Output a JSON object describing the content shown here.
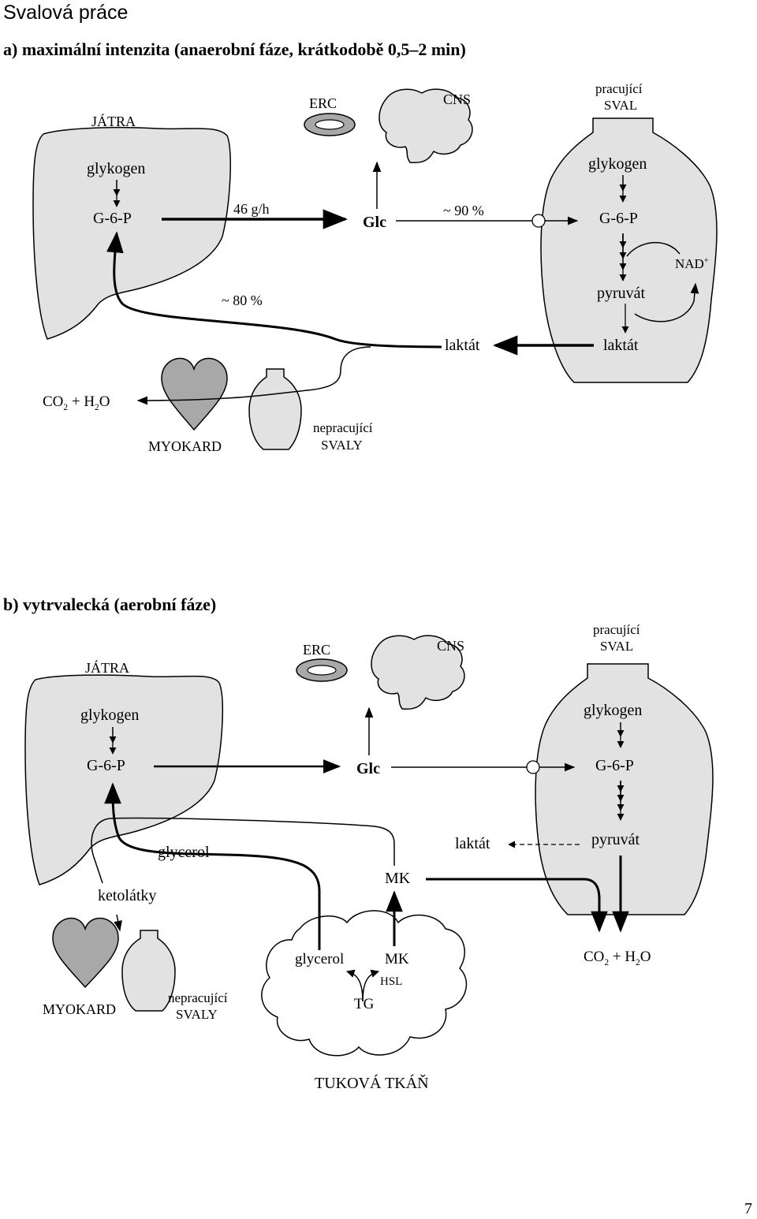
{
  "page": {
    "title": "Svalová práce",
    "page_number": "7"
  },
  "section_a": {
    "heading": "a) maximální intenzita (anaerobní fáze, krátkodobě 0,5–2 min)",
    "liver_label": "JÁTRA",
    "erc_label": "ERC",
    "cns_label": "CNS",
    "working_muscle_line1": "pracující",
    "working_muscle_line2": "SVAL",
    "liver_glycogen": "glykogen",
    "liver_g6p": "G-6-P",
    "rate": "46 g/h",
    "glc": "Glc",
    "uptake_pct": "~ 90 %",
    "muscle_glycogen": "glykogen",
    "muscle_g6p": "G-6-P",
    "nad": "NAD",
    "nad_sup": "+",
    "pyruvate": "pyruvát",
    "muscle_lactate": "laktát",
    "blood_lactate": "laktát",
    "cori_pct": "~ 80 %",
    "co2_text": "CO",
    "co2_sub": "2",
    "plus_h": " + H",
    "h2o_sub": "2",
    "o_text": "O",
    "myocard": "MYOKARD",
    "resting_muscle_line1": "nepracující",
    "resting_muscle_line2": "SVALY"
  },
  "section_b": {
    "heading": "b) vytrvalecká (aerobní fáze)",
    "liver_label": "JÁTRA",
    "erc_label": "ERC",
    "cns_label": "CNS",
    "working_muscle_line1": "pracující",
    "working_muscle_line2": "SVAL",
    "liver_glycogen": "glykogen",
    "liver_g6p": "G-6-P",
    "glc": "Glc",
    "muscle_glycogen": "glykogen",
    "muscle_g6p": "G-6-P",
    "glycerol": "glycerol",
    "lactate": "laktát",
    "pyruvate": "pyruvát",
    "ketones": "ketolátky",
    "fatty_acids": "MK",
    "co2_text": "CO",
    "co2_sub": "2",
    "plus_h": " + H",
    "h2o_sub": "2",
    "o_text": "O",
    "myocard": "MYOKARD",
    "resting_muscle_line1": "nepracující",
    "resting_muscle_line2": "SVALY",
    "adipose_glycerol": "glycerol",
    "adipose_fa": "MK",
    "hsl": "HSL",
    "tg": "TG",
    "adipose_label": "TUKOVÁ TKÁŇ"
  },
  "colors": {
    "organ_fill": "#e2e2e2",
    "heart_fill": "#a8a8a8",
    "stroke": "#000000"
  }
}
